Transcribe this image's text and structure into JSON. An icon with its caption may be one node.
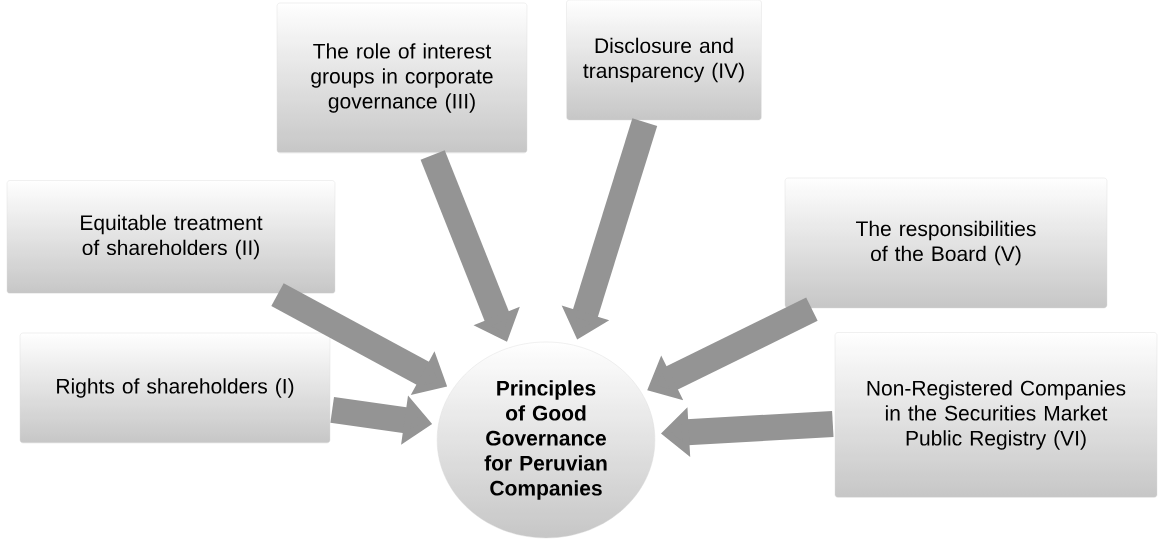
{
  "diagram": {
    "nodes": [
      {
        "text": [
          "**Principles of Good Governance for Peruvian Companies**"
        ]
      },
      {
        "text": [
          "Rights of shareholders (I)"
        ]
      },
      {
        "text": [
          "Equitable treatment of shareholders (II)"
        ]
      },
      {
        "text": [
          "The role of interest groups in corporate governance (III)"
        ]
      },
      {
        "text": [
          "Disclosure and transparency (IV)"
        ]
      },
      {
        "text": [
          "The responsibilities of the Board (V)"
        ]
      },
      {
        "text": [
          "Non-Registered Companies in the Securities Market Public Registry (VI)"
        ]
      }
    ],
    "edges": [
      {
        "from": 1,
        "to": 0,
        "arrow": "to"
      },
      {
        "from": 2,
        "to": 0,
        "arrow": "to"
      },
      {
        "from": 3,
        "to": 0,
        "arrow": "to"
      },
      {
        "from": 4,
        "to": 0,
        "arrow": "to"
      },
      {
        "from": 5,
        "to": 0,
        "arrow": "to"
      },
      {
        "from": 6,
        "to": 0,
        "arrow": "to"
      }
    ]
  }
}
